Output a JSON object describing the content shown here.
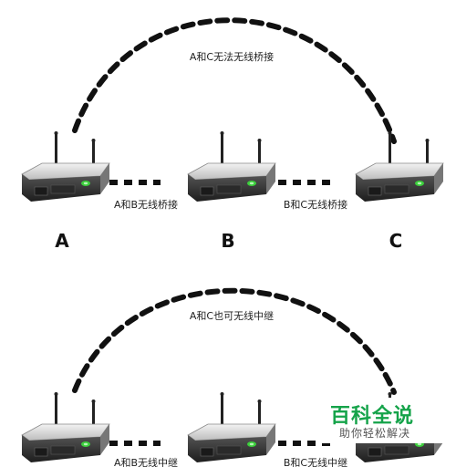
{
  "top_scenario": {
    "arc_label": "A和C无法无线桥接",
    "left_link_label": "A和B无线桥接",
    "right_link_label": "B和C无线桥接",
    "node_labels": [
      "A",
      "B",
      "C"
    ]
  },
  "bottom_scenario": {
    "arc_label": "A和C也可无线中继",
    "left_link_label": "A和B无线中继",
    "right_link_label": "B和C无线中继"
  },
  "watermark": {
    "brand": "百科全说",
    "slogan": "助你轻松解决"
  },
  "colors": {
    "link": "#111111",
    "router_top": "#d9d9d9",
    "router_front": "#3a3a3a",
    "led": "#3ccf3c",
    "brand": "#15a34a"
  }
}
